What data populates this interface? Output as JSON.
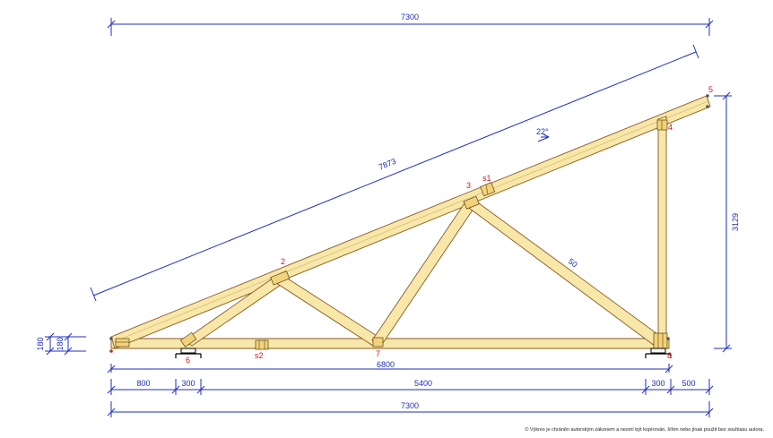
{
  "dimensions": {
    "top_overall": "7300",
    "rafter_length": "7873",
    "right_height": "3129",
    "left_height_1": "180",
    "left_height_2": "180",
    "bottom_chord": "6800",
    "seg_800": "800",
    "seg_300a": "300",
    "seg_5400": "5400",
    "seg_300b": "300",
    "seg_500": "500",
    "bottom_overall": "7300",
    "web_mark": "50"
  },
  "angle": "22°",
  "nodes": {
    "n2": "2",
    "n3": "3",
    "n4": "4",
    "n5": "5",
    "n6": "6",
    "n7": "7",
    "n8": "8",
    "s1": "s1",
    "s2": "s2"
  },
  "copyright": "© Výkres je chráněn autorským zákonem a nesmí být kopírován, šířen nebo jinak použit bez souhlasu autora."
}
